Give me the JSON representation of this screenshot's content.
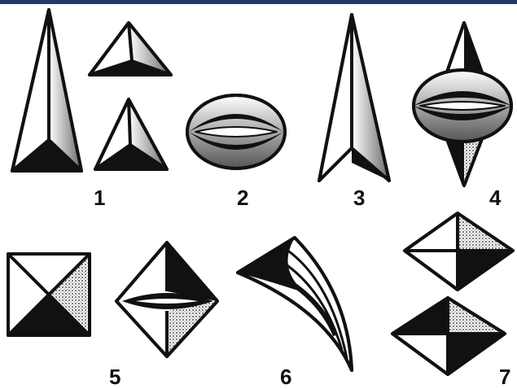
{
  "figure_labels": [
    "1",
    "2",
    "3",
    "4",
    "5",
    "6",
    "7"
  ],
  "colors": {
    "ink": "#111111",
    "paper": "#ffffff",
    "top_bar": "#1f3a68"
  }
}
